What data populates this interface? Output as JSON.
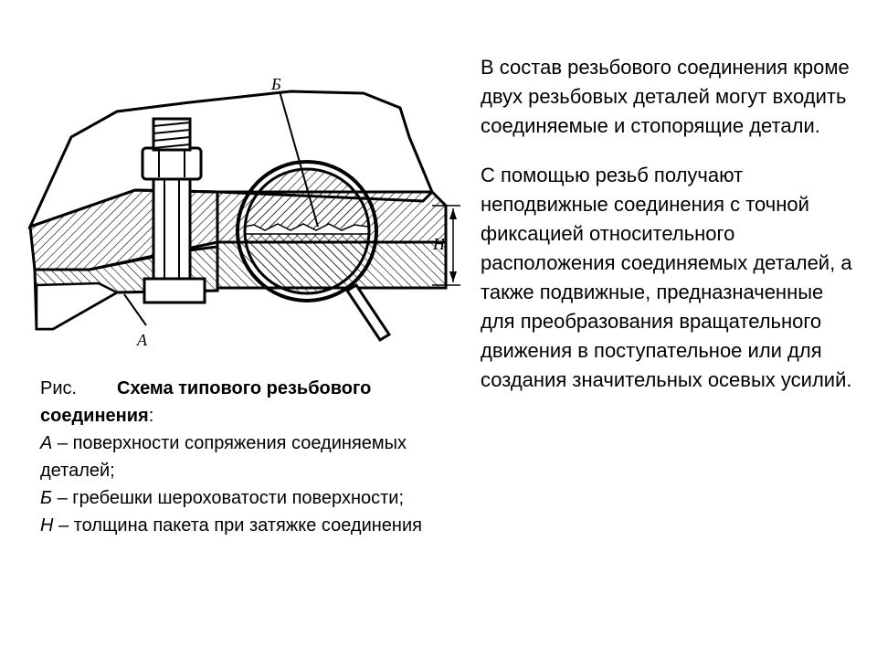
{
  "figure": {
    "labels": {
      "b": "Б",
      "a": "А",
      "h": "Н"
    }
  },
  "caption": {
    "prefix": "Рис.",
    "title": "Схема типового резьбового соединения",
    "colon": ":",
    "items": [
      {
        "letter": "А",
        "text": " – поверхности сопряжения соединяемых деталей;"
      },
      {
        "letter": "Б",
        "text": " – гребешки шероховатости поверхности;"
      },
      {
        "letter": "Н",
        "text": " – толщина пакета при затяжке соединения"
      }
    ]
  },
  "body": {
    "paragraphs": [
      "В состав резьбового соединения кроме двух резьбовых деталей могут входить соединяемые и стопорящие детали.",
      "С помощью резьб получают неподвижные соединения с точной фиксацией относительного расположения соединяемых деталей, а также подвижные, предназначенные для преобразования вращательного движения в поступательное или для создания значительных осевых усилий."
    ]
  }
}
